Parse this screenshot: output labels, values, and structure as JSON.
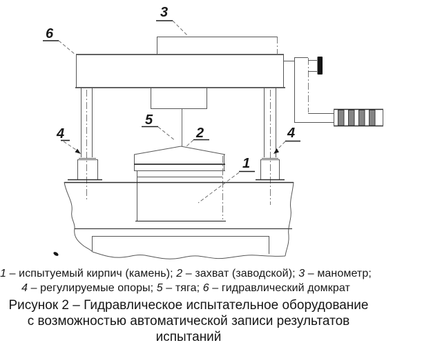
{
  "figure": {
    "title_semantic": "hydraulic-testing-press-line-drawing",
    "callouts": {
      "n1": "1",
      "n2": "2",
      "n3": "3",
      "n4": "4",
      "n5": "5",
      "n6": "6"
    }
  },
  "legend": {
    "items": [
      {
        "num": "1",
        "text": " – испытуемый кирпич (камень); "
      },
      {
        "num": "2",
        "text": " – захват (заводской); "
      },
      {
        "num": "3",
        "text": " – манометр;"
      },
      {
        "num": "4",
        "text": " – регулируемые опоры; "
      },
      {
        "num": "5",
        "text": " – тяга; "
      },
      {
        "num": "6",
        "text": " – гидравлический домкрат"
      }
    ]
  },
  "caption": {
    "line1": "Рисунок 2 – Гидравлическое испытательное оборудование",
    "line2": "с возможностью автоматической записи результатов испытаний"
  },
  "colors": {
    "paper": "#ffffff",
    "line": "#555555",
    "dark_line": "#2d2d2d",
    "text": "#161616",
    "solid_black_parts": "#141414"
  }
}
